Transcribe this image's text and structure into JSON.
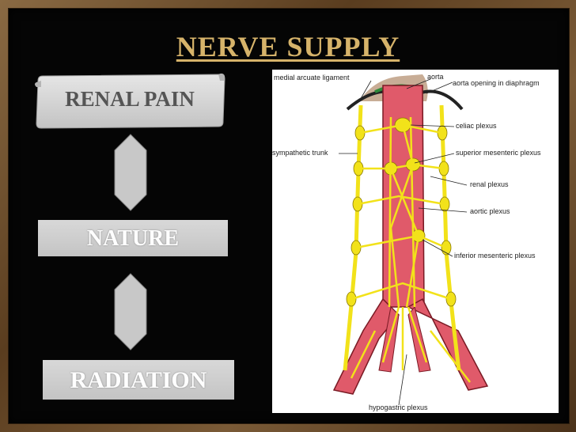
{
  "slide": {
    "title": "NERVE SUPPLY"
  },
  "flow": {
    "top": "RENAL PAIN",
    "middle": "NATURE",
    "bottom": "RADIATION"
  },
  "diagram": {
    "labels": {
      "medial_arcuate": "medial arcuate ligament",
      "aorta": "aorta",
      "aorta_opening": "aorta opening in diaphragm",
      "celiac": "celiac plexus",
      "sympathetic": "sympathetic trunk",
      "superior_mesenteric": "superior mesenteric plexus",
      "renal": "renal plexus",
      "aortic": "aortic plexus",
      "inferior_mesenteric": "inferior mesenteric plexus",
      "hypogastric": "hypogastric plexus"
    }
  },
  "colors": {
    "title": "#d6b36a",
    "aorta": "#e05a6a",
    "nerve": "#f2e21a"
  }
}
